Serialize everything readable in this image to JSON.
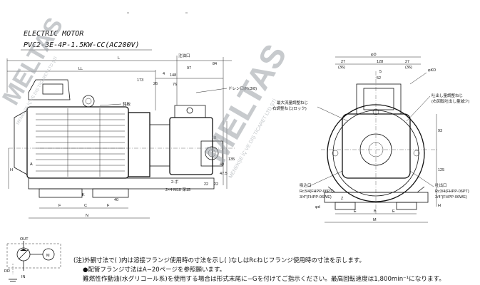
{
  "motor": {
    "line1": "ELECTRIC MOTOR",
    "line2": "PVC2-3E-4P-1.5KW-CC(AC200V)"
  },
  "watermark": {
    "main": "MELTAS",
    "sub": "MENEKŞE İÇ VE DIŞ TİCARET LTD ŞTİ"
  },
  "side_view": {
    "dims": {
      "L": "L",
      "LL": "LL",
      "d1": "97",
      "d2": "148",
      "d3": "173",
      "d4": "76",
      "d5": "26",
      "d6": "4",
      "d7": "84",
      "K": "K",
      "N": "N",
      "F": "F",
      "C": "C",
      "A": "A",
      "H": "H",
      "d8": "8",
      "d9": "49",
      "d10": "47.5",
      "d11": "135",
      "d12": "22",
      "d13": "22",
      "d14": "40"
    },
    "labels": {
      "oil_inlet": "注油口",
      "drain": "ドレン口(Rc3/8)",
      "nameplate": "銘板",
      "bolt": "2-ボ",
      "bolt2": "2×4-M10 深15"
    }
  },
  "front_view": {
    "dims": {
      "od": "φD",
      "d1": "128",
      "d2": "27",
      "d3": "27",
      "d4": "(36)",
      "d5": "(36)",
      "d6": "5",
      "d7": "52",
      "d8": "93",
      "d9": "125",
      "kd": "φKD",
      "h": "H",
      "m": "M",
      "b": "B",
      "e": "E",
      "z": "Z",
      "phi": "φd"
    },
    "labels": {
      "max_flow": "最大流量調整ねじ",
      "right_lock": "右調整ねじ(ロック)",
      "pressure_adj": "吐出し量調整ねじ",
      "pressure_adj2": "(右回転吐出し量減少)",
      "suction": "吸込口",
      "suction_spec": "Rc3/4(FHPP-06PT)",
      "suction_spec2": "3/4\"(FHPP-06WE)",
      "discharge": "吐出口",
      "discharge_spec": "Rc3/4(FHPP-06PT)",
      "discharge_spec2": "3/4\"(FHPP-06WE)"
    }
  },
  "circuit": {
    "out": "OUT",
    "in": "IN",
    "dr": "DR",
    "m": "M"
  },
  "notes": {
    "n1": "(注)外観寸法で(  )内は溶接フランジ使用時の寸法を示し(  )なしはRcねじフランジ使用時の寸法を示します。",
    "n2": "●配管フランジ寸法はA−20ページを参照願います。",
    "n3": "難燃性作動油(水グリコール系)を使用する場合は形式末尾に−Gを付けてご指示ください。最高回転速度は1,800min⁻¹になります。"
  }
}
